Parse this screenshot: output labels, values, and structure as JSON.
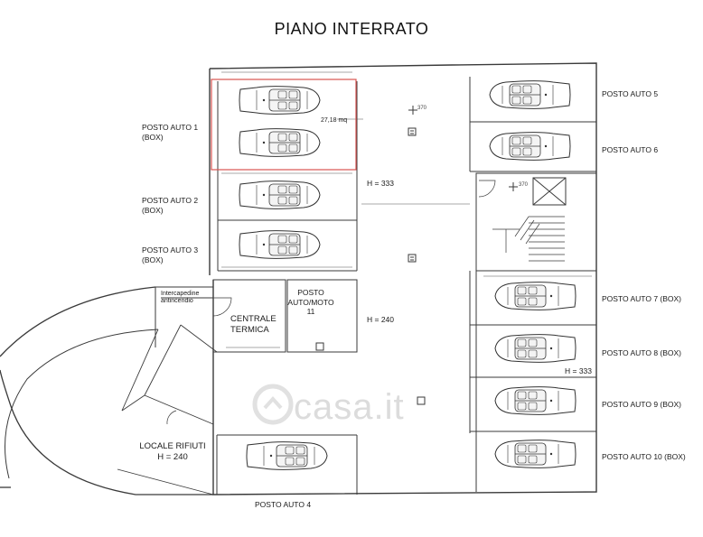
{
  "title": "PIANO INTERRATO",
  "labels": {
    "posto_auto_1": "POSTO AUTO 1",
    "posto_auto_1_box": "(BOX)",
    "posto_auto_2": "POSTO AUTO 2",
    "posto_auto_2_box": "(BOX)",
    "posto_auto_3": "POSTO AUTO 3",
    "posto_auto_3_box": "(BOX)",
    "posto_auto_4": "POSTO AUTO 4",
    "posto_auto_5": "POSTO AUTO 5",
    "posto_auto_6": "POSTO AUTO 6",
    "posto_auto_7": "POSTO AUTO 7 (BOX)",
    "posto_auto_8": "POSTO AUTO 8 (BOX)",
    "posto_auto_9": "POSTO AUTO 9 (BOX)",
    "posto_auto_10": "POSTO AUTO 10 (BOX)",
    "posto_auto_moto_line1": "POSTO",
    "posto_auto_moto_line2": "AUTO/MOTO",
    "posto_auto_moto_line3": "11",
    "centrale_termica_line1": "CENTRALE",
    "centrale_termica_line2": "TERMICA",
    "intercapedine_line1": "Intercapedine",
    "intercapedine_line2": "antincendio",
    "locale_rifiuti_line1": "LOCALE RIFIUTI",
    "locale_rifiuti_line2": "H = 240",
    "h333_a": "H = 333",
    "h333_b": "H = 333",
    "h240": "H = 240",
    "area_box1": "27,18 mq",
    "spot_370_a": "370",
    "spot_370_b": "370"
  },
  "watermark": "casa.it",
  "colors": {
    "line": "#3a3a3a",
    "highlight": "#d9534f",
    "watermark": "#dcdcdc"
  }
}
